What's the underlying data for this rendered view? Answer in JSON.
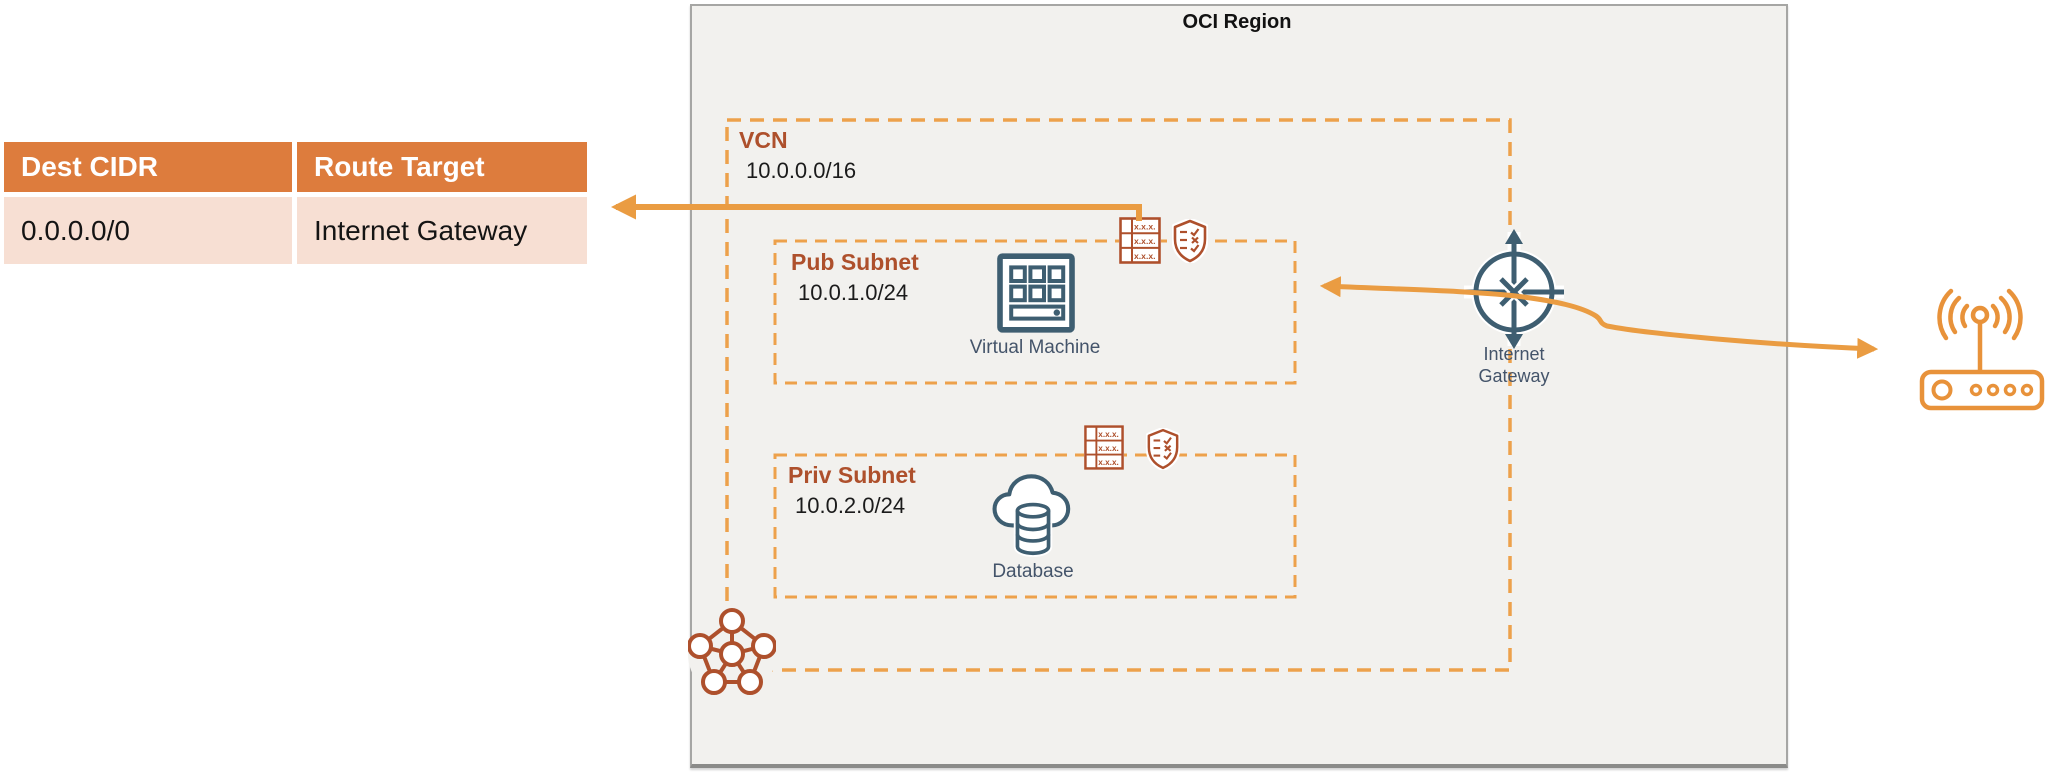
{
  "region": {
    "title": "OCI Region"
  },
  "table": {
    "headers": [
      "Dest CIDR",
      "Route Target"
    ],
    "rows": [
      [
        "0.0.0.0/0",
        "Internet Gateway"
      ]
    ]
  },
  "vcn": {
    "label": "VCN",
    "cidr": "10.0.0.0/16"
  },
  "subnets": [
    {
      "label": "Pub Subnet",
      "cidr": "10.0.1.0/24",
      "resource": "Virtual Machine"
    },
    {
      "label": "Priv Subnet",
      "cidr": "10.0.2.0/24",
      "resource": "Database"
    }
  ],
  "internet_gateway": {
    "label_line1": "Internet",
    "label_line2": "Gateway"
  },
  "icons": {
    "route_table_rows": [
      "x.x.x.",
      "x.x.x.",
      "x.x.x."
    ],
    "names": [
      "route-table-icon",
      "security-list-icon",
      "virtual-machine-icon",
      "database-icon",
      "internet-gateway-icon",
      "vcn-mesh-icon",
      "internet-router-icon"
    ]
  },
  "colors": {
    "arrow_orange": "#EA9C42",
    "dash_orange": "#EDA14B",
    "rust": "#AE502C",
    "slate": "#3E5E71",
    "label_slate": "#44546A",
    "table_header_bg": "#DD7C3D",
    "table_row_bg": "#F7DFD3",
    "region_bg": "#F2F1EE"
  }
}
